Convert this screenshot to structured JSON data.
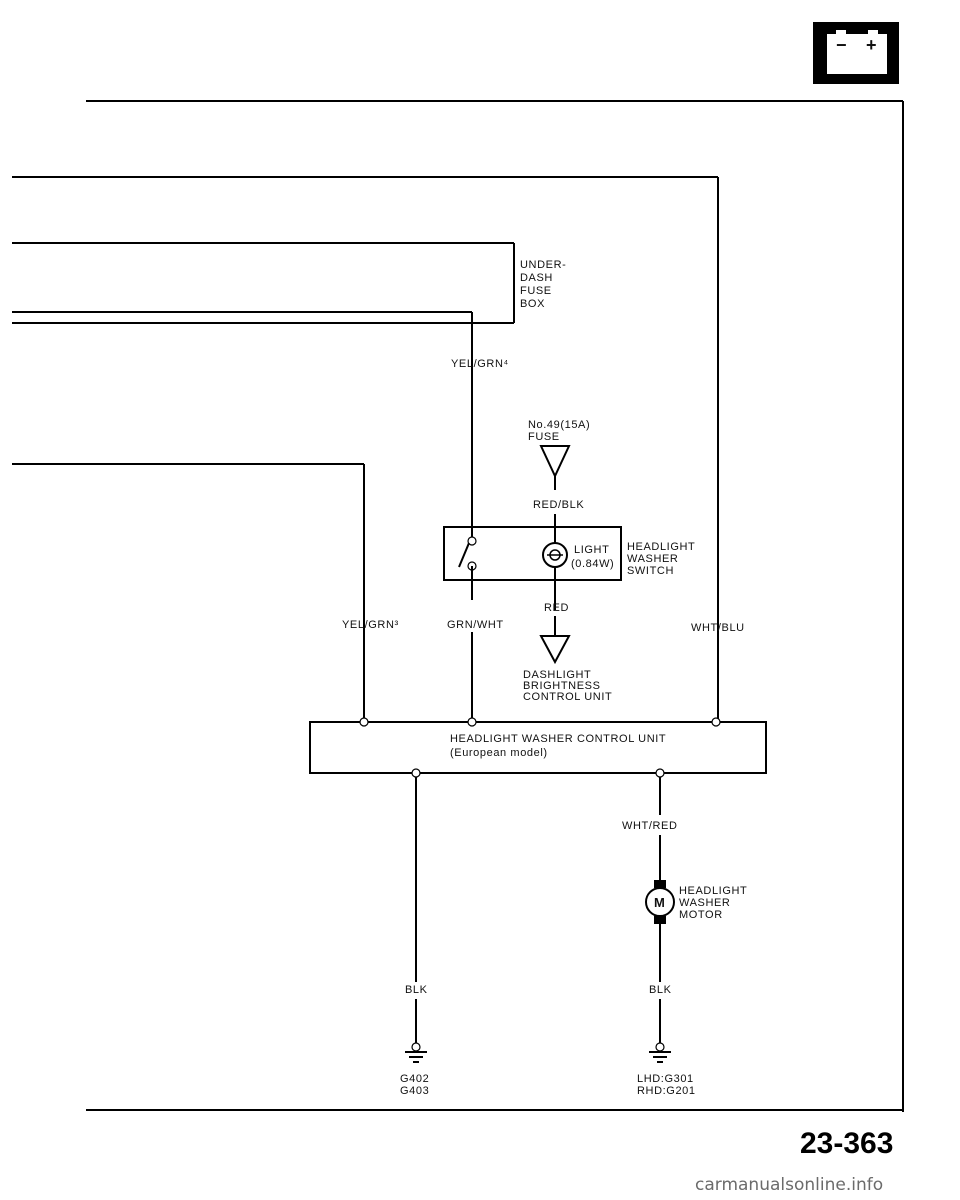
{
  "header": {
    "icon": "battery-icon",
    "icon_minus": "−",
    "icon_plus": "+"
  },
  "fuse_box": {
    "lines": [
      "UNDER-",
      "DASH",
      "FUSE",
      "BOX"
    ]
  },
  "fuse": {
    "lines": [
      "No.49(15A)",
      "FUSE"
    ]
  },
  "wires": {
    "yel_grn_4": "YEL/GRN⁴",
    "red_blk": "RED/BLK",
    "red": "RED",
    "yel_grn_3": "YEL/GRN³",
    "grn_wht": "GRN/WHT",
    "wht_blu": "WHT/BLU",
    "wht_red": "WHT/RED",
    "blk_left": "BLK",
    "blk_right": "BLK"
  },
  "switch": {
    "light_lines": [
      "LIGHT",
      "(0.84W)"
    ],
    "name_lines": [
      "HEADLIGHT",
      "WASHER",
      "SWITCH"
    ]
  },
  "dashlight": {
    "lines": [
      "DASHLIGHT",
      "BRIGHTNESS",
      "CONTROL UNIT"
    ]
  },
  "control_unit": {
    "lines": [
      "HEADLIGHT WASHER CONTROL UNIT",
      "(European model)"
    ]
  },
  "motor": {
    "symbol": "M",
    "lines": [
      "HEADLIGHT",
      "WASHER",
      "MOTOR"
    ]
  },
  "grounds": {
    "left": [
      "G402",
      "G403"
    ],
    "right": [
      "LHD:G301",
      "RHD:G201"
    ]
  },
  "page_number": "23-363",
  "footer": "carmanualsonline.info"
}
